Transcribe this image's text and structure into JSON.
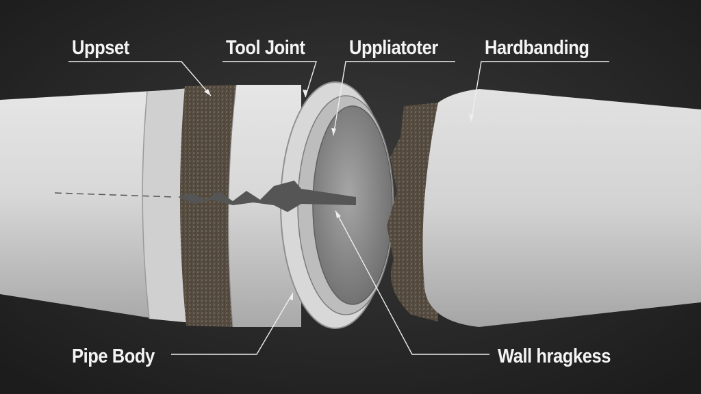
{
  "labels": {
    "upset": "Uppset",
    "tool_joint": "Tool Joint",
    "uppliatoter": "Uppliatoter",
    "hardbanding": "Hardbanding",
    "pipe_body": "Pipe Body",
    "wall_thickness": "Wall hragkess"
  },
  "colors": {
    "background": "#2a2a2a",
    "pipe": "#d4d4d4",
    "worn_band": "#5a5045",
    "label": "#f4f4f4"
  }
}
